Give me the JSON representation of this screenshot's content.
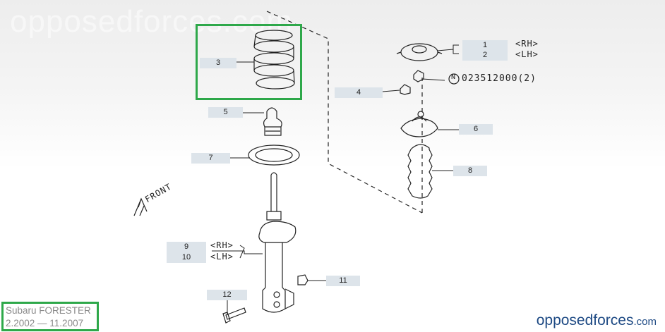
{
  "watermark": "opposedforces.com",
  "callouts": [
    {
      "id": "1",
      "label": "1"
    },
    {
      "id": "2",
      "label": "2"
    },
    {
      "id": "3",
      "label": "3"
    },
    {
      "id": "4",
      "label": "4"
    },
    {
      "id": "5",
      "label": "5"
    },
    {
      "id": "6",
      "label": "6"
    },
    {
      "id": "7",
      "label": "7"
    },
    {
      "id": "8",
      "label": "8"
    },
    {
      "id": "9",
      "label": "9"
    },
    {
      "id": "10",
      "label": "10"
    },
    {
      "id": "11",
      "label": "11"
    },
    {
      "id": "12",
      "label": "12"
    }
  ],
  "side_labels": {
    "rh": "<RH>",
    "lh": "<LH>"
  },
  "part_number": "023512000(2)",
  "part_number_marker": "N",
  "front_label": "FRONT",
  "caption": {
    "model": "Subaru FORESTER",
    "years": "2.2002 — 11.2007"
  },
  "brand": {
    "main": "opposedforces",
    "suffix": ".com"
  },
  "colors": {
    "highlight": "#2ea84a",
    "callout_bg": "#dde4ea",
    "brand": "#1e4a84"
  }
}
